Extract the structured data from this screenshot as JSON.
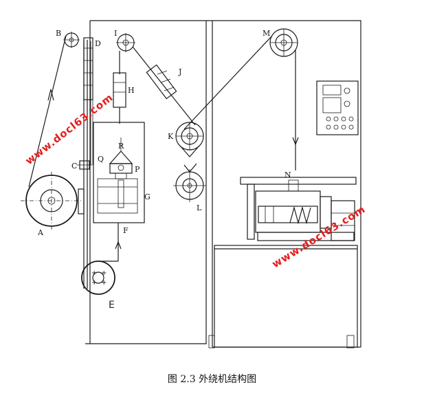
{
  "figure": {
    "caption": "图 2.3  外绕机结构图",
    "labels": {
      "A": "A",
      "B": "B",
      "C": "C",
      "D": "D",
      "E": "E",
      "F": "F",
      "G": "G",
      "H": "H",
      "I": "I",
      "J": "J",
      "K": "K",
      "L": "L",
      "M": "M",
      "N": "N",
      "P": "P",
      "Q": "Q",
      "R": "R"
    },
    "watermark": "www.docl63.com"
  }
}
